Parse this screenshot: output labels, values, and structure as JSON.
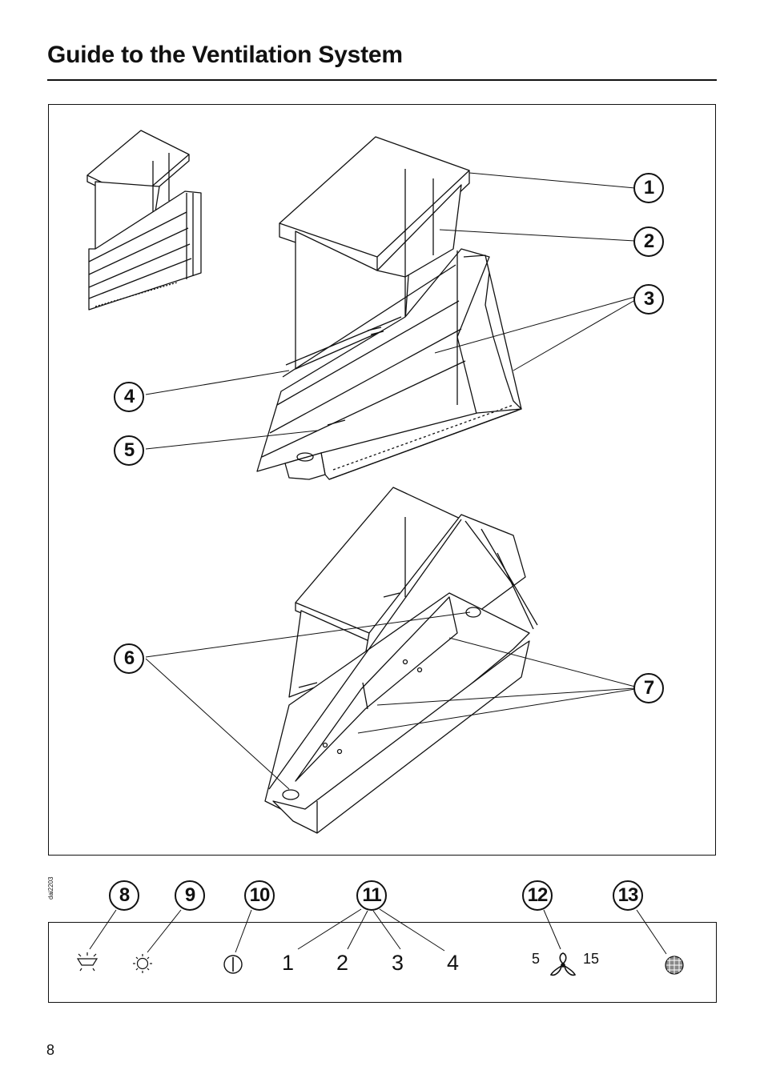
{
  "page": {
    "title": "Guide to the Ventilation System",
    "page_number": "8"
  },
  "figure": {
    "code": "dai2203",
    "callouts": [
      "1",
      "2",
      "3",
      "4",
      "5",
      "6",
      "7"
    ]
  },
  "control_panel": {
    "callouts": [
      "8",
      "9",
      "10",
      "11",
      "12",
      "13"
    ],
    "icons": [
      "light-dim-icon",
      "light-icon",
      "power-icon",
      "fan-icon",
      "filter-icon"
    ],
    "fan_speeds": [
      "1",
      "2",
      "3",
      "4"
    ],
    "fan_timer": {
      "min": "5",
      "max": "15"
    }
  }
}
